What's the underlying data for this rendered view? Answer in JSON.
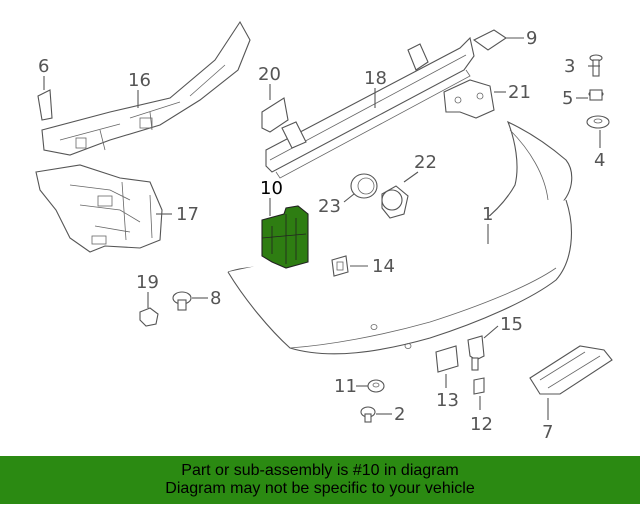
{
  "diagram": {
    "callouts": {
      "p1": "1",
      "p2": "2",
      "p3": "3",
      "p4": "4",
      "p5": "5",
      "p6": "6",
      "p7": "7",
      "p8": "8",
      "p9": "9",
      "p10": "10",
      "p11": "11",
      "p12": "12",
      "p13": "13",
      "p14": "14",
      "p15": "15",
      "p16": "16",
      "p17": "17",
      "p18": "18",
      "p19": "19",
      "p20": "20",
      "p21": "21",
      "p22": "22",
      "p23": "23"
    },
    "highlight_color": "#2e7d12",
    "highlighted_part": "10"
  },
  "banner": {
    "line1": "Part or sub-assembly is #10 in diagram",
    "line2": "Diagram may not be specific to your vehicle",
    "color": "#2b8a12"
  }
}
